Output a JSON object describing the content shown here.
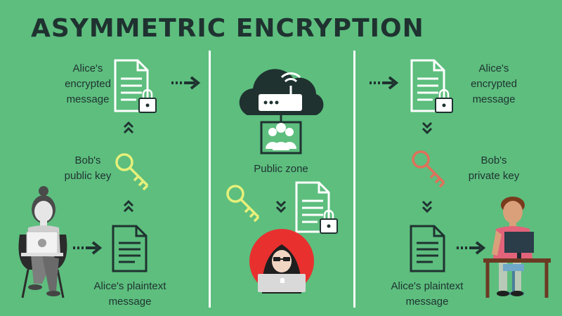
{
  "title": "ASYMMETRIC ENCRYPTION",
  "left": {
    "encrypted_label": [
      "Alice's",
      "encrypted",
      "message"
    ],
    "key_label": [
      "Bob's",
      "public key"
    ],
    "plain_label": [
      "Alice's plaintext",
      "message"
    ]
  },
  "middle": {
    "zone_label": "Public zone"
  },
  "right": {
    "encrypted_label": [
      "Alice's",
      "encrypted",
      "message"
    ],
    "key_label": [
      "Bob's",
      "private key"
    ],
    "plain_label": [
      "Alice's plaintext",
      "message"
    ]
  },
  "colors": {
    "background": "#5dbe7e",
    "dark": "#1f3230",
    "white": "#ffffff",
    "public_key": "#e6f07a",
    "private_key": "#e0705a",
    "hacker_circle": "#e8302f"
  },
  "icons": [
    "document-icon",
    "padlock-icon",
    "key-icon",
    "cloud-icon",
    "router-icon",
    "people-icon",
    "hacker-icon",
    "alice-icon",
    "bob-icon",
    "arrow-icon"
  ]
}
